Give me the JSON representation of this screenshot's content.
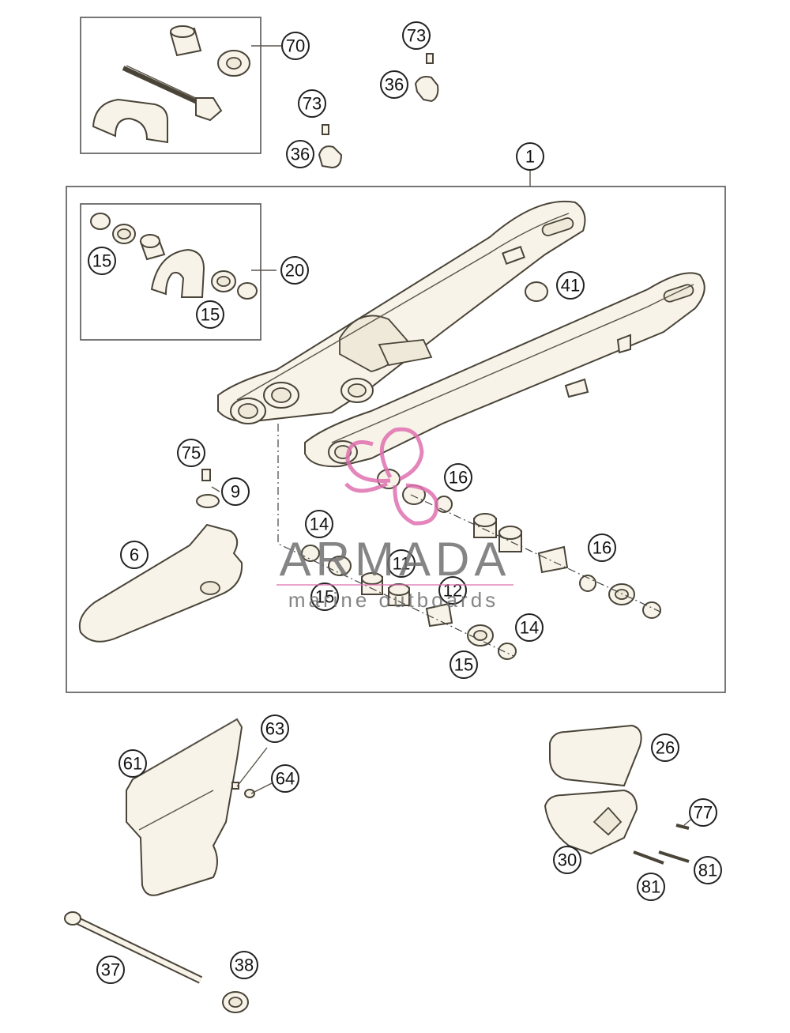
{
  "callouts": {
    "c70": "70",
    "c73a": "73",
    "c36a": "36",
    "c73b": "73",
    "c36b": "36",
    "c1": "1",
    "c15a": "15",
    "c20": "20",
    "c15b": "15",
    "c41": "41",
    "c75": "75",
    "c9": "9",
    "c16a": "16",
    "c6": "6",
    "c14a": "14",
    "c11": "11",
    "c16b": "16",
    "c15c": "15",
    "c12": "12",
    "c14b": "14",
    "c15d": "15",
    "c63": "63",
    "c61": "61",
    "c64": "64",
    "c26": "26",
    "c77": "77",
    "c30": "30",
    "c81a": "81",
    "c81b": "81",
    "c37": "37",
    "c38": "38"
  },
  "watermark": {
    "brand": "ARMADA",
    "tagline": "marine outboards",
    "color": "#e070b0"
  }
}
